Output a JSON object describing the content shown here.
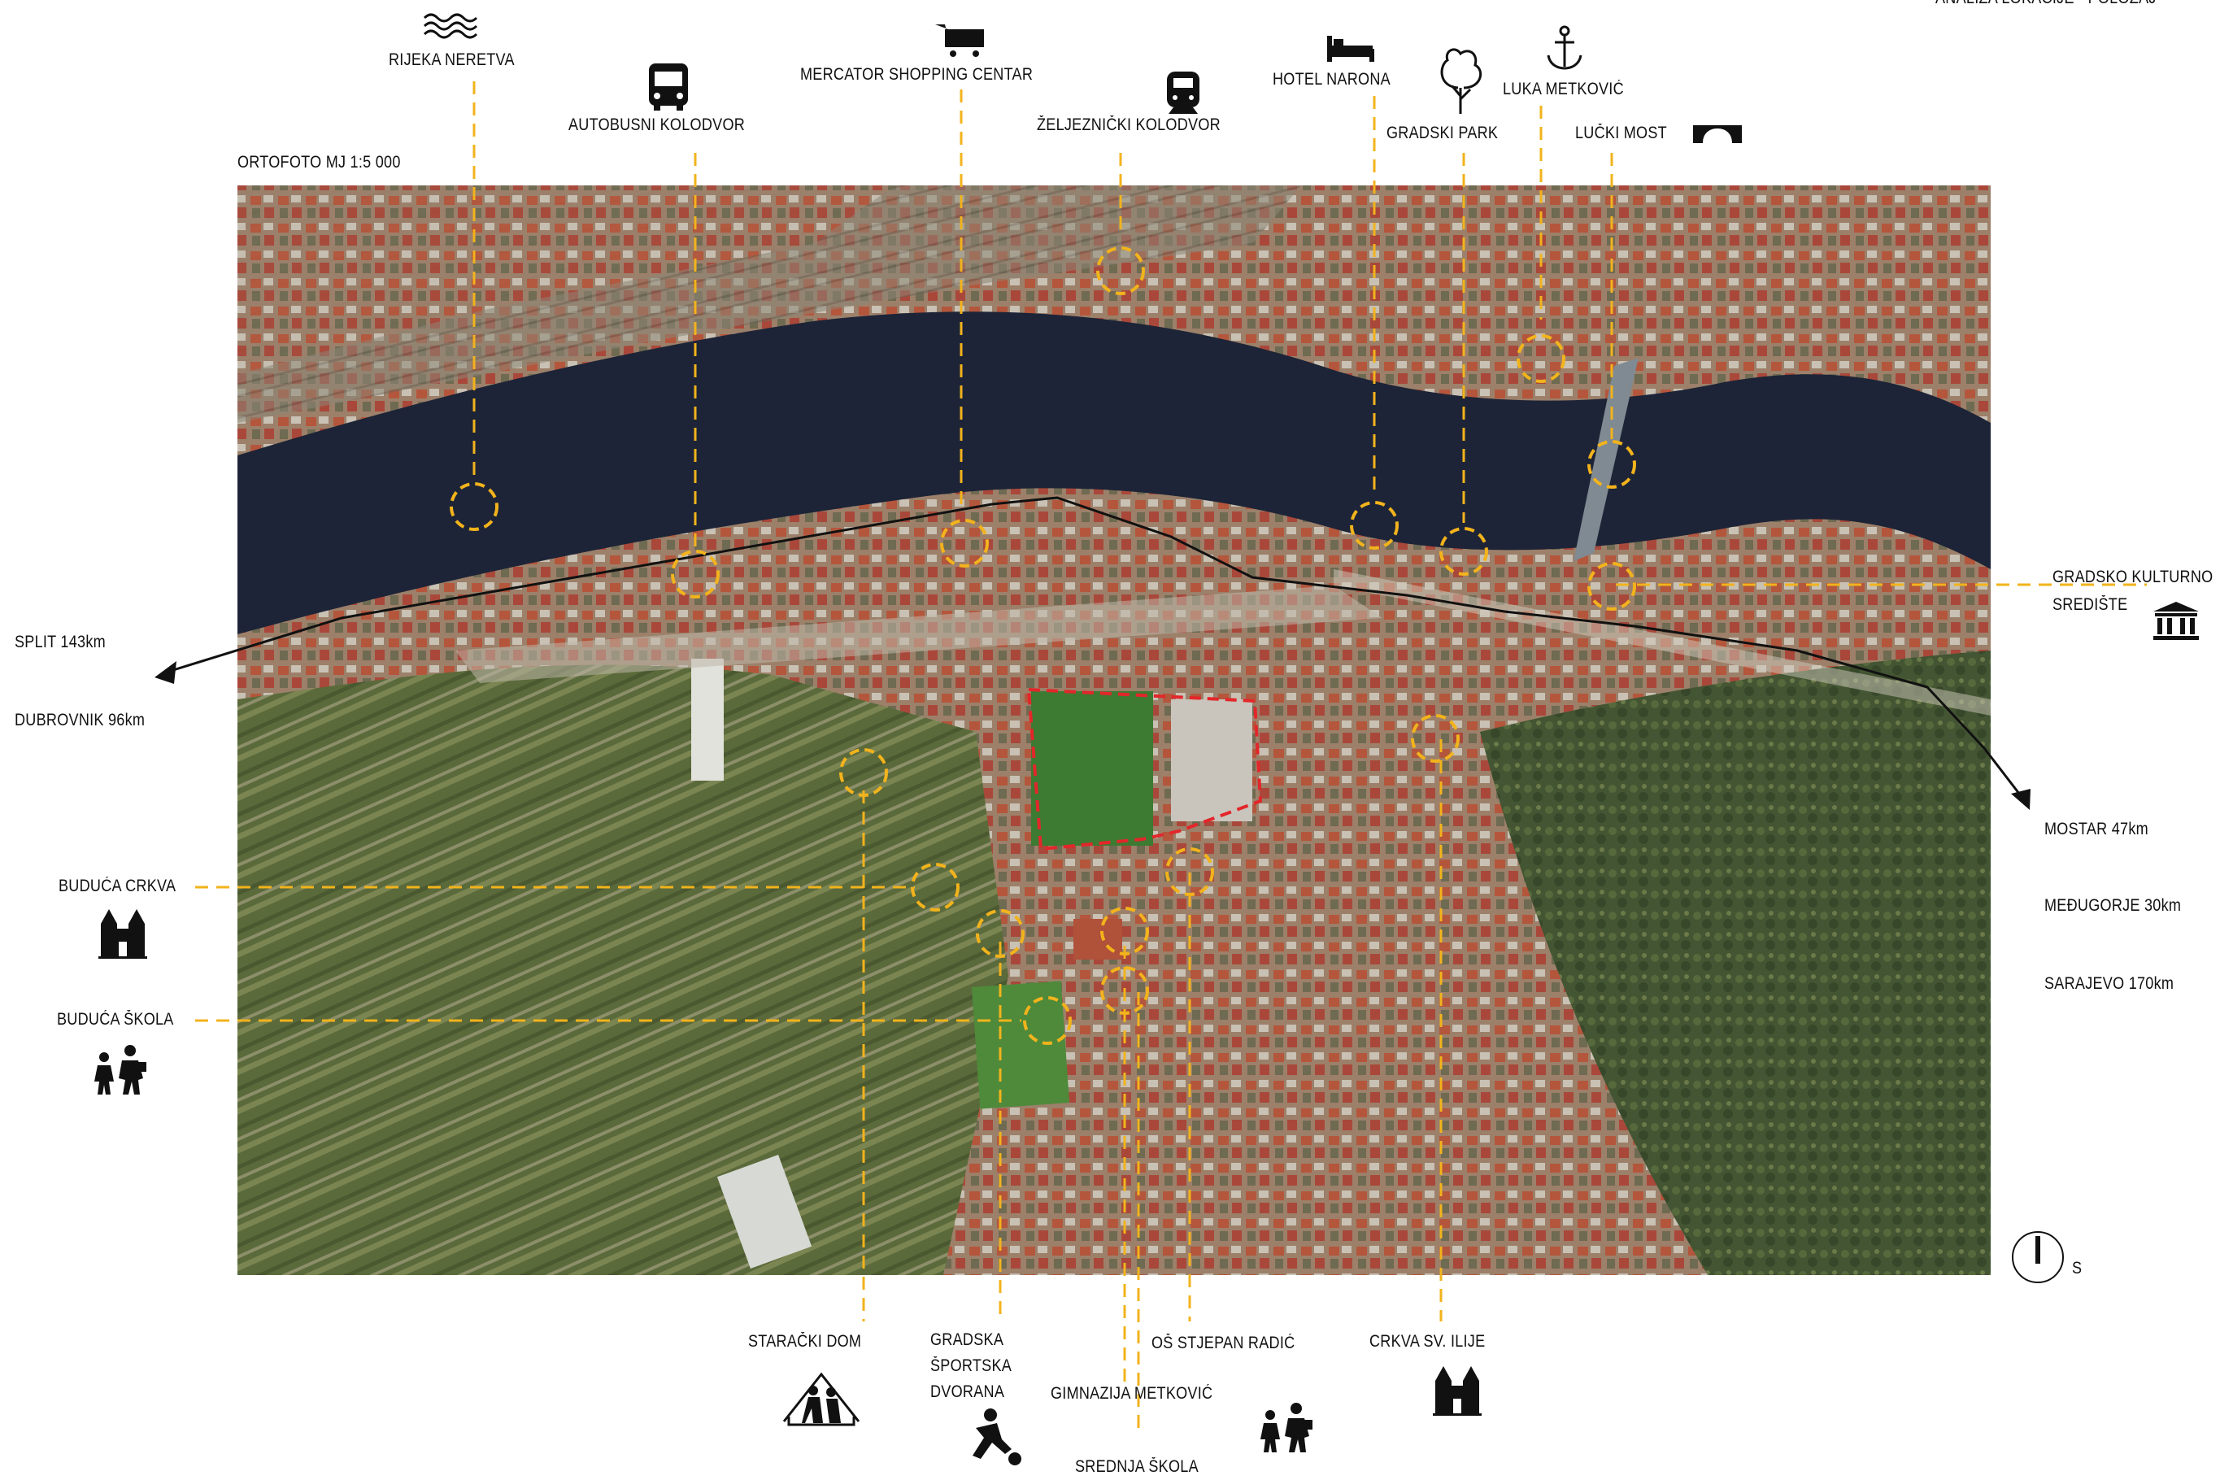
{
  "header": {
    "title_fragment": "ANALIZA LOKACIJE - POLOŽAJ"
  },
  "ortofoto": {
    "caption": "ORTOFOTO MJ 1:5 000"
  },
  "top_labels": {
    "rijeka": "RIJEKA NERETVA",
    "autobusni": "AUTOBUSNI KOLODVOR",
    "mercator": "MERCATOR SHOPPING CENTAR",
    "zeljeznicki": "ŽELJEZNIČKI KOLODVOR",
    "hotel": "HOTEL NARONA",
    "park": "GRADSKI PARK",
    "luka": "LUKA METKOVIĆ",
    "most": "LUČKI MOST"
  },
  "left_labels": {
    "split": "SPLIT 143km",
    "dubrovnik": "DUBROVNIK 96km",
    "crkva": "BUDUĆA CRKVA",
    "skola": "BUDUĆA ŠKOLA"
  },
  "right_labels": {
    "kulturno_1": "GRADSKO KULTURNO",
    "kulturno_2": "SREDIŠTE",
    "mostar": "MOSTAR 47km",
    "medjugorje": "MEĐUGORJE 30km",
    "sarajevo": "SARAJEVO 170km"
  },
  "bottom_labels": {
    "staracki": "STARAČKI DOM",
    "dvorana_1": "GRADSKA",
    "dvorana_2": "ŠPORTSKA",
    "dvorana_3": "DVORANA",
    "gimnazija": "GIMNAZIJA METKOVIĆ",
    "srednja": "SREDNJA ŠKOLA",
    "os": "OŠ STJEPAN RADIĆ",
    "sv_ilije": "CRKVA SV. ILIJE"
  },
  "compass": {
    "label": "S"
  },
  "icons": [
    "waves-icon",
    "bus-icon",
    "shopping-cart-icon",
    "train-icon",
    "bed-icon",
    "tree-icon",
    "anchor-icon",
    "bridge-icon",
    "museum-icon",
    "church-icon",
    "children-icon",
    "elderly-home-icon",
    "football-player-icon",
    "north-arrow-icon"
  ],
  "colors": {
    "marker": "#f2b31c",
    "site_boundary": "#e3262a",
    "route": "#111111",
    "river": "#1d2437",
    "vegetation": "#5c6a3a",
    "urban": "#8a6f5c"
  }
}
